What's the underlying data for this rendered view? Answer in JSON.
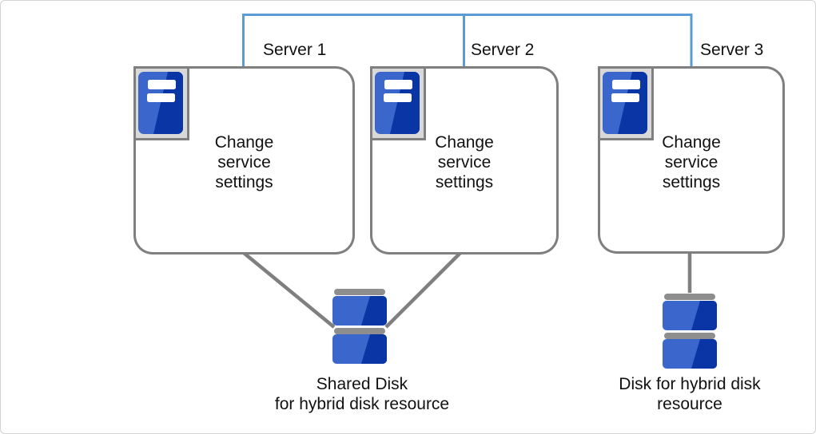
{
  "diagram": {
    "servers": [
      {
        "label": "Server 1",
        "action": "Change\nservice\nsettings"
      },
      {
        "label": "Server 2",
        "action": "Change\nservice\nsettings"
      },
      {
        "label": "Server 3",
        "action": "Change\nservice\nsettings"
      }
    ],
    "disks": [
      {
        "label": "Shared Disk\nfor hybrid disk resource"
      },
      {
        "label": "Disk for hybrid disk\nresource"
      }
    ],
    "icons": {
      "server": "server-tower-icon",
      "disk": "disk-stack-icon"
    },
    "colors": {
      "network_line": "#5b9bd5",
      "box_border": "#7f7f7f",
      "connector_line": "#7f7f7f",
      "icon_tray": "#d9d9d9",
      "icon_blue_light": "#3b66cb",
      "icon_blue_dark": "#0a35a5",
      "disk_cap": "#8e8e8e",
      "text": "#111111",
      "frame_border": "#d2d2d2"
    }
  }
}
